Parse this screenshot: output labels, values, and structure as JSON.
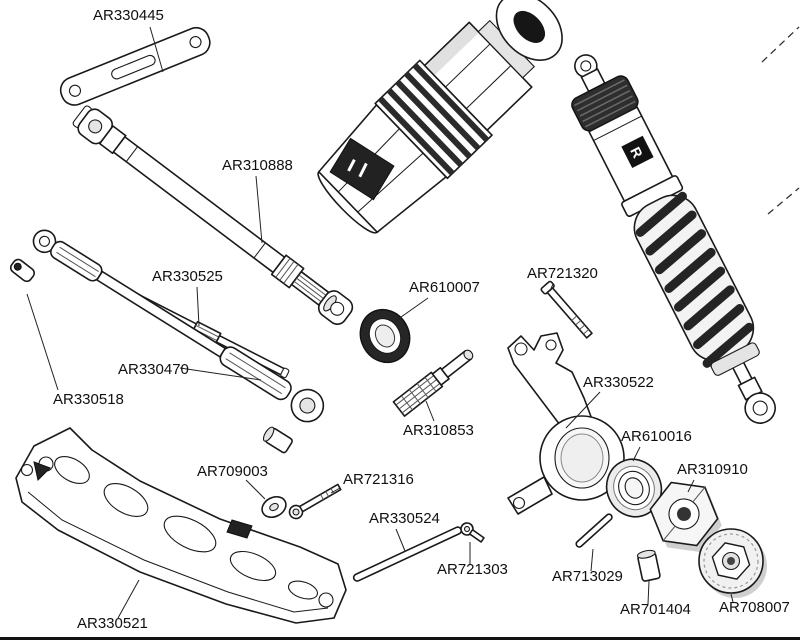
{
  "page": {
    "background": "#ffffff",
    "line_color": "#1a1a1a"
  },
  "diagram": {
    "kind": "exploded-parts-diagram",
    "labels": {
      "ar330445": "AR330445",
      "ar310888": "AR310888",
      "ar330525": "AR330525",
      "ar610007": "AR610007",
      "ar721320": "AR721320",
      "ar330470": "AR330470",
      "ar330518": "AR330518",
      "ar330522": "AR330522",
      "ar310853": "AR310853",
      "ar610016": "AR610016",
      "ar310910": "AR310910",
      "ar709003": "AR709003",
      "ar721316": "AR721316",
      "ar330524": "AR330524",
      "ar721303": "AR721303",
      "ar713029": "AR713029",
      "ar701404": "AR701404",
      "ar708007": "AR708007",
      "ar330521": "AR330521"
    },
    "logo": {
      "r": "R"
    }
  }
}
